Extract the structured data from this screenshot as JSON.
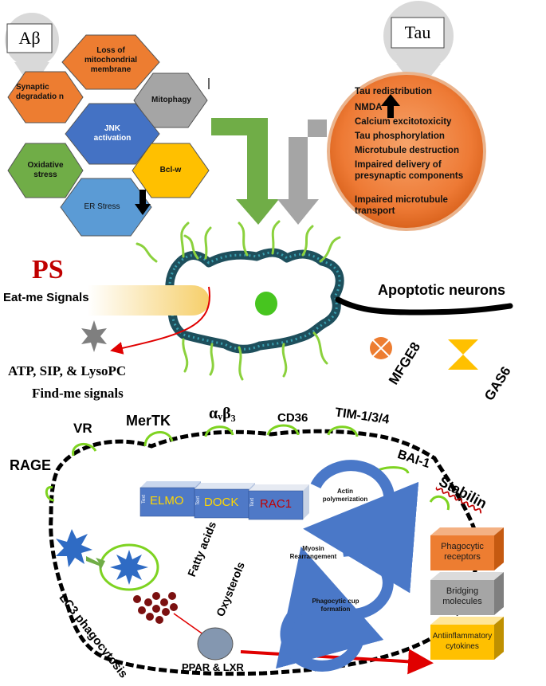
{
  "abeta": {
    "label": "Aβ",
    "hexagons": {
      "loss_mito": "Loss of mitochondrial membrane",
      "synaptic": "Synaptic degradatio n",
      "mitophagy": "Mitophagy",
      "jnk": "JNK activation",
      "oxidative": "Oxidative stress",
      "bclw": "Bcl-w",
      "er": "ER Stress"
    }
  },
  "tau": {
    "label": "Tau",
    "items": [
      "Tau redistribution",
      "NMDA",
      "Calcium excitotoxicity",
      "Tau phosphorylation",
      "Microtubule destruction",
      "Impaired delivery of presynaptic components",
      "Impaired microtubule transport"
    ]
  },
  "middle": {
    "ps": "PS",
    "eat_me": "Eat-me Signals",
    "apoptotic": "Apoptotic neurons",
    "find_me_list": "ATP, SIP, & LysoPC",
    "find_me": "Find-me signals",
    "mfge8": "MFGE8",
    "gas6": "GAS6"
  },
  "receptors": {
    "rage": "RAGE",
    "vr": "VR",
    "mertk": "MerTK",
    "avb3": "αᵥβ₃",
    "cd36": "CD36",
    "tim": "TIM-1/3/4",
    "bai": "BAI-1",
    "stabilin": "Stabilin"
  },
  "engulf": {
    "elmo": "ELMO",
    "dock": "DOCK",
    "rac1": "RAC1",
    "text_tag": "Text",
    "actin": "Actin polymerization",
    "myosin": "Myosin Rearrangement",
    "cup": "Phagocytic cup formation",
    "lc3": "LC3 phagocytosis",
    "fatty": "Fatty acids",
    "oxy": "Oxysterols",
    "ppar": "PPAR & LXR"
  },
  "stack": {
    "phago": "Phagocytic receptors",
    "bridging": "Bridging molecules",
    "anti": "Antiinflammatory cytokines"
  },
  "colors": {
    "orange": "#ed7d31",
    "green": "#70ad47",
    "blue": "#4472c4",
    "gold": "#ffc000",
    "gray": "#a5a5a5",
    "red": "#c00000",
    "membrane": "#8bc34a"
  }
}
